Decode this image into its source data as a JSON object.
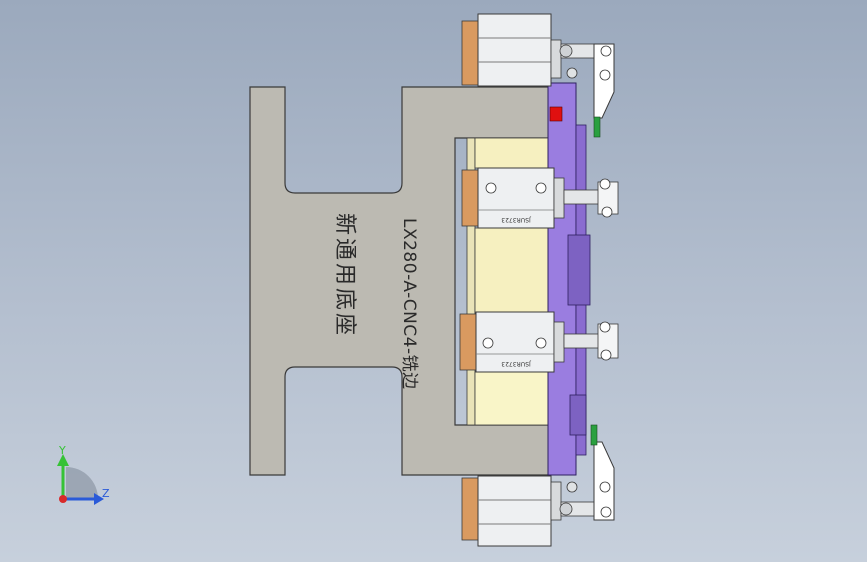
{
  "viewport": {
    "background_top": "#9ba9bd",
    "background_bottom": "#c7d0dc"
  },
  "base_plate": {
    "engraving_line1": "LX280-A-CNC4-铣边",
    "engraving_line2": "新通用底座",
    "color": "#bcbab2"
  },
  "fixture": {
    "fixture_plate_color": "#9a7de0",
    "pad_color": "#f6f0c0",
    "block_color": "#d99a60",
    "clamp_label_a": "JSUR3723",
    "clamp_label_b": "JSUR3723"
  },
  "triad": {
    "y_label": "Y",
    "z_label": "Z",
    "y_color": "#36c236",
    "z_color": "#2a5ad8",
    "x_color": "#d82a2a"
  }
}
